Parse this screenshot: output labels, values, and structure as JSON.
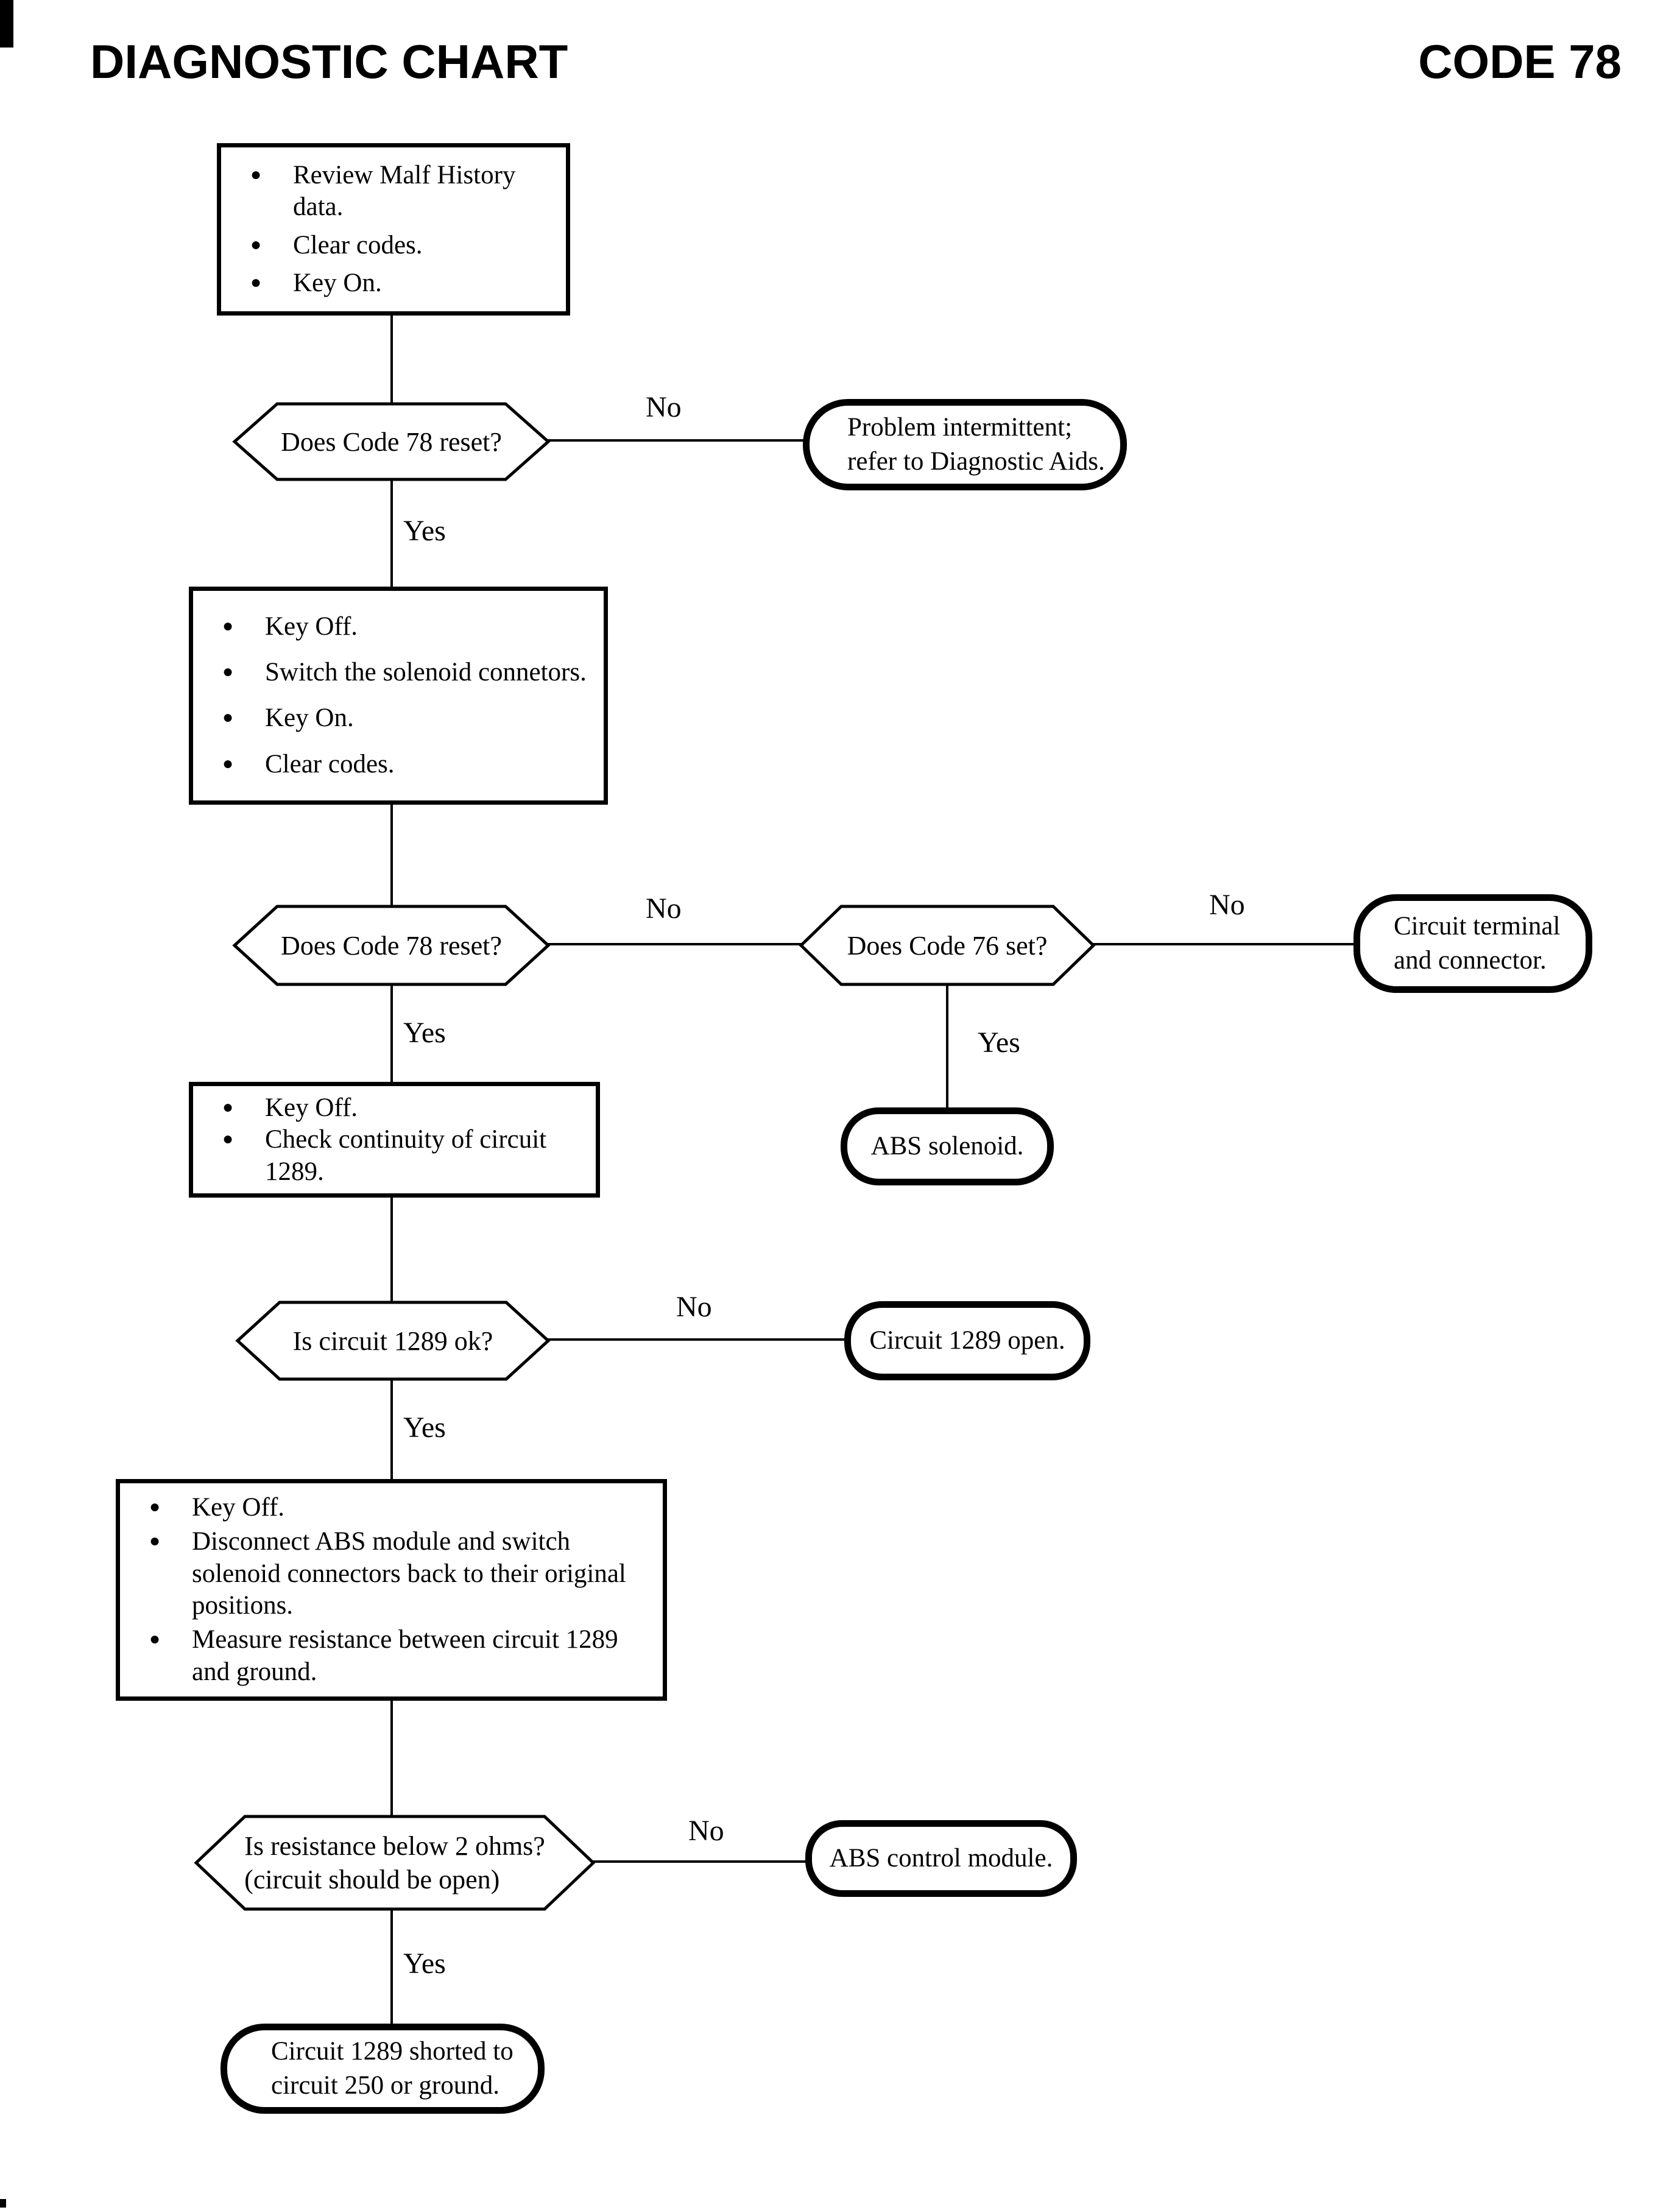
{
  "header": {
    "title_left": "DIAGNOSTIC CHART",
    "title_right": "CODE 78"
  },
  "edge_labels": {
    "yes": "Yes",
    "no": "No"
  },
  "icons": {
    "bullet": "●"
  },
  "nodes": {
    "start_box": {
      "bullets": [
        "Review Malf History data.",
        "Clear codes.",
        "Key On."
      ]
    },
    "decision_code78_reset_1": {
      "text": "Does Code 78 reset?"
    },
    "terminal_problem_intermittent": {
      "lines": [
        "Problem intermittent;",
        "refer to Diagnostic Aids."
      ]
    },
    "switch_connectors_box": {
      "bullets": [
        "Key Off.",
        "Switch the solenoid connetors.",
        "Key On.",
        "Clear codes."
      ]
    },
    "decision_code78_reset_2": {
      "text": "Does Code 78 reset?"
    },
    "decision_code76_set": {
      "text": "Does Code 76 set?"
    },
    "terminal_circuit_terminal": {
      "lines": [
        "Circuit terminal",
        "and connector."
      ]
    },
    "terminal_abs_solenoid": {
      "text": "ABS solenoid."
    },
    "check_continuity_box": {
      "bullets": [
        "Key Off.",
        "Check continuity of circuit 1289."
      ]
    },
    "decision_circuit_1289_ok": {
      "text": "Is circuit 1289 ok?"
    },
    "terminal_circuit_1289_open": {
      "text": "Circuit 1289 open."
    },
    "measure_resistance_box": {
      "bullets": [
        "Key Off.",
        "Disconnect ABS module and switch solenoid connectors back to their original positions.",
        "Measure resistance between circuit 1289 and ground."
      ]
    },
    "decision_resistance_below_2_ohms": {
      "lines": [
        "Is resistance below 2 ohms?",
        "(circuit should be open)"
      ]
    },
    "terminal_abs_control_module": {
      "text": "ABS control module."
    },
    "terminal_circuit_1289_shorted": {
      "lines": [
        "Circuit 1289 shorted to",
        "circuit 250 or ground."
      ]
    }
  }
}
